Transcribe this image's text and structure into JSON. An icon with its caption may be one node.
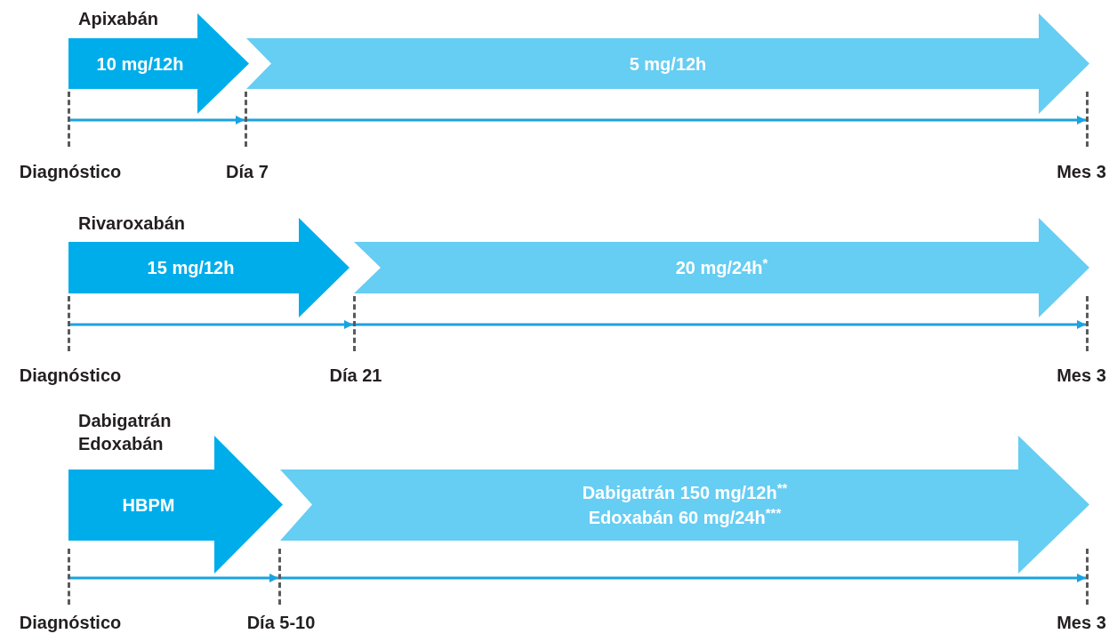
{
  "diagram": {
    "nodes": [
      {
        "text": [
          "10 mg/12h"
        ]
      },
      {
        "text": [
          "5 mg/12h"
        ]
      },
      {
        "text": [],
        "shape": "bar",
        "beside": [
          "Diagnóstico"
        ]
      },
      {
        "text": [],
        "shape": "bar",
        "beside": [
          "Día 7"
        ]
      },
      {
        "text": [],
        "shape": "bar",
        "beside": [
          "Mes 3"
        ]
      },
      {
        "text": [
          "15 mg/12h"
        ]
      },
      {
        "text": [
          "20 mg/24h$^{*}$"
        ]
      },
      {
        "text": [],
        "shape": "bar",
        "beside": [
          "Diagnóstico"
        ]
      },
      {
        "text": [],
        "shape": "bar",
        "beside": [
          "Día 21"
        ]
      },
      {
        "text": [],
        "shape": "bar",
        "beside": [
          "Mes 3"
        ]
      },
      {
        "text": [
          "HBPM"
        ]
      },
      {
        "text": [
          "Dabigatrán 150 mg/12h$^{**}$ Edoxabán 60 mg/24h$^{***}$"
        ]
      },
      {
        "text": [],
        "shape": "bar",
        "beside": [
          "Diagnóstico"
        ]
      },
      {
        "text": [],
        "shape": "bar",
        "beside": [
          "Día 5-10"
        ]
      },
      {
        "text": [],
        "shape": "bar",
        "beside": [
          "Mes 3"
        ]
      }
    ],
    "edges": [
      {
        "from": 2,
        "to": 3,
        "arrow": "to"
      },
      {
        "from": 3,
        "to": 4,
        "arrow": "to"
      },
      {
        "from": 7,
        "to": 8,
        "arrow": "to"
      },
      {
        "from": 8,
        "to": 9,
        "arrow": "to"
      },
      {
        "from": 12,
        "to": 13,
        "arrow": "to"
      },
      {
        "from": 13,
        "to": 14,
        "arrow": "to"
      }
    ],
    "labels": [
      "Apixabán",
      "Rivaroxabán",
      "Dabigatrán Edoxabán"
    ]
  }
}
